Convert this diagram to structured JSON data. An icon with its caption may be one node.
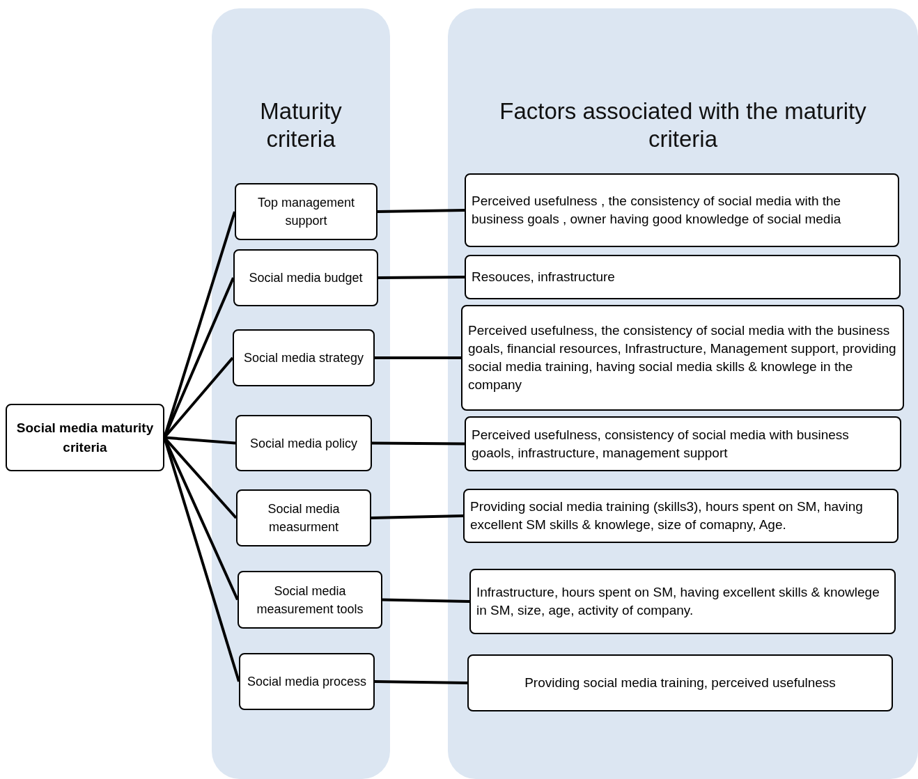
{
  "diagram": {
    "nodes": [
      {
        "text": [
          "Social media maturity criteria"
        ]
      },
      {
        "text": [
          "Maturity criteria"
        ]
      },
      {
        "text": [
          "Top management support"
        ],
        "in": 1
      },
      {
        "text": [
          "Social media budget"
        ],
        "in": 1
      },
      {
        "text": [
          "Social media strategy"
        ],
        "in": 1
      },
      {
        "text": [
          "Social media policy"
        ],
        "in": 1
      },
      {
        "text": [
          "Social media measurment"
        ],
        "in": 1
      },
      {
        "text": [
          "Social media measurement tools"
        ],
        "in": 1
      },
      {
        "text": [
          "Social media process"
        ],
        "in": 1
      },
      {
        "text": [
          "Factors associated with the maturity criteria"
        ]
      },
      {
        "text": [
          "Perceived usefulness , the consistency of social media with the business goals , owner having  good knowledge of social media"
        ],
        "in": 9
      },
      {
        "text": [
          "Resouces, infrastructure"
        ],
        "in": 9
      },
      {
        "text": [
          "Perceived usefulness, the consistency of social media with the business goals,  financial resources, Infrastructure, Management support, providing social media training, having social media skills & knowlege in the company"
        ],
        "in": 9
      },
      {
        "text": [
          "Perceived usefulness, consistency of social media with business goaols, infrastructure, management support"
        ],
        "in": 9
      },
      {
        "text": [
          "Providing social media training (skills3), hours spent on SM, having excellent SM skills & knowlege, size of comapny, Age."
        ],
        "in": 9
      },
      {
        "text": [
          "Infrastructure, hours spent on SM, having excellent skills & knowlege in SM, size, age, activity of company."
        ],
        "in": 9
      },
      {
        "text": [
          "Providing social media training, perceived usefulness"
        ],
        "in": 9
      }
    ],
    "edges": [
      {
        "from": 0,
        "to": 2,
        "arrow": "none"
      },
      {
        "from": 0,
        "to": 3,
        "arrow": "none"
      },
      {
        "from": 0,
        "to": 4,
        "arrow": "none"
      },
      {
        "from": 0,
        "to": 5,
        "arrow": "none"
      },
      {
        "from": 0,
        "to": 6,
        "arrow": "none"
      },
      {
        "from": 0,
        "to": 7,
        "arrow": "none"
      },
      {
        "from": 0,
        "to": 8,
        "arrow": "none"
      },
      {
        "from": 2,
        "to": 10,
        "arrow": "none"
      },
      {
        "from": 3,
        "to": 11,
        "arrow": "none"
      },
      {
        "from": 4,
        "to": 12,
        "arrow": "none"
      },
      {
        "from": 5,
        "to": 13,
        "arrow": "none"
      },
      {
        "from": 6,
        "to": 14,
        "arrow": "none"
      },
      {
        "from": 7,
        "to": 15,
        "arrow": "none"
      },
      {
        "from": 8,
        "to": 16,
        "arrow": "none"
      }
    ]
  }
}
